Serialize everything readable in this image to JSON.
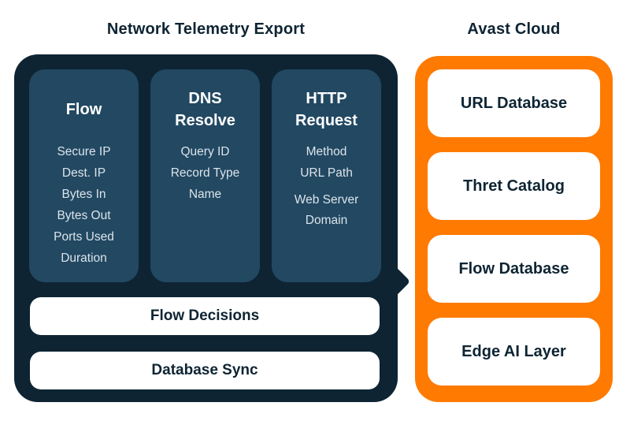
{
  "colors": {
    "background": "#FFFFFF",
    "panel_dark": "#0E2433",
    "column_fill": "#224862",
    "panel_orange": "#FF7A00",
    "card_fill": "#FFFFFF",
    "text_dark": "#0E2433",
    "text_light": "#DCE4EA",
    "text_white": "#FFFFFF"
  },
  "left_panel": {
    "title": "Network Telemetry Export",
    "columns": [
      {
        "heading": "Flow",
        "items": [
          "Secure IP",
          "Dest. IP",
          "Bytes In",
          "Bytes Out",
          "Ports Used",
          "Duration"
        ]
      },
      {
        "heading": "DNS Resolve",
        "items": [
          "Query ID",
          "Record Type",
          "Name"
        ]
      },
      {
        "heading": "HTTP Request",
        "items": [
          "Method",
          "URL Path",
          "Web Server Domain"
        ]
      }
    ],
    "bars": [
      {
        "label": "Flow Decisions"
      },
      {
        "label": "Database Sync"
      }
    ]
  },
  "right_panel": {
    "title": "Avast Cloud",
    "cards": [
      {
        "label": "URL Database"
      },
      {
        "label": "Thret Catalog"
      },
      {
        "label": "Flow Database"
      },
      {
        "label": "Edge AI Layer"
      }
    ]
  }
}
